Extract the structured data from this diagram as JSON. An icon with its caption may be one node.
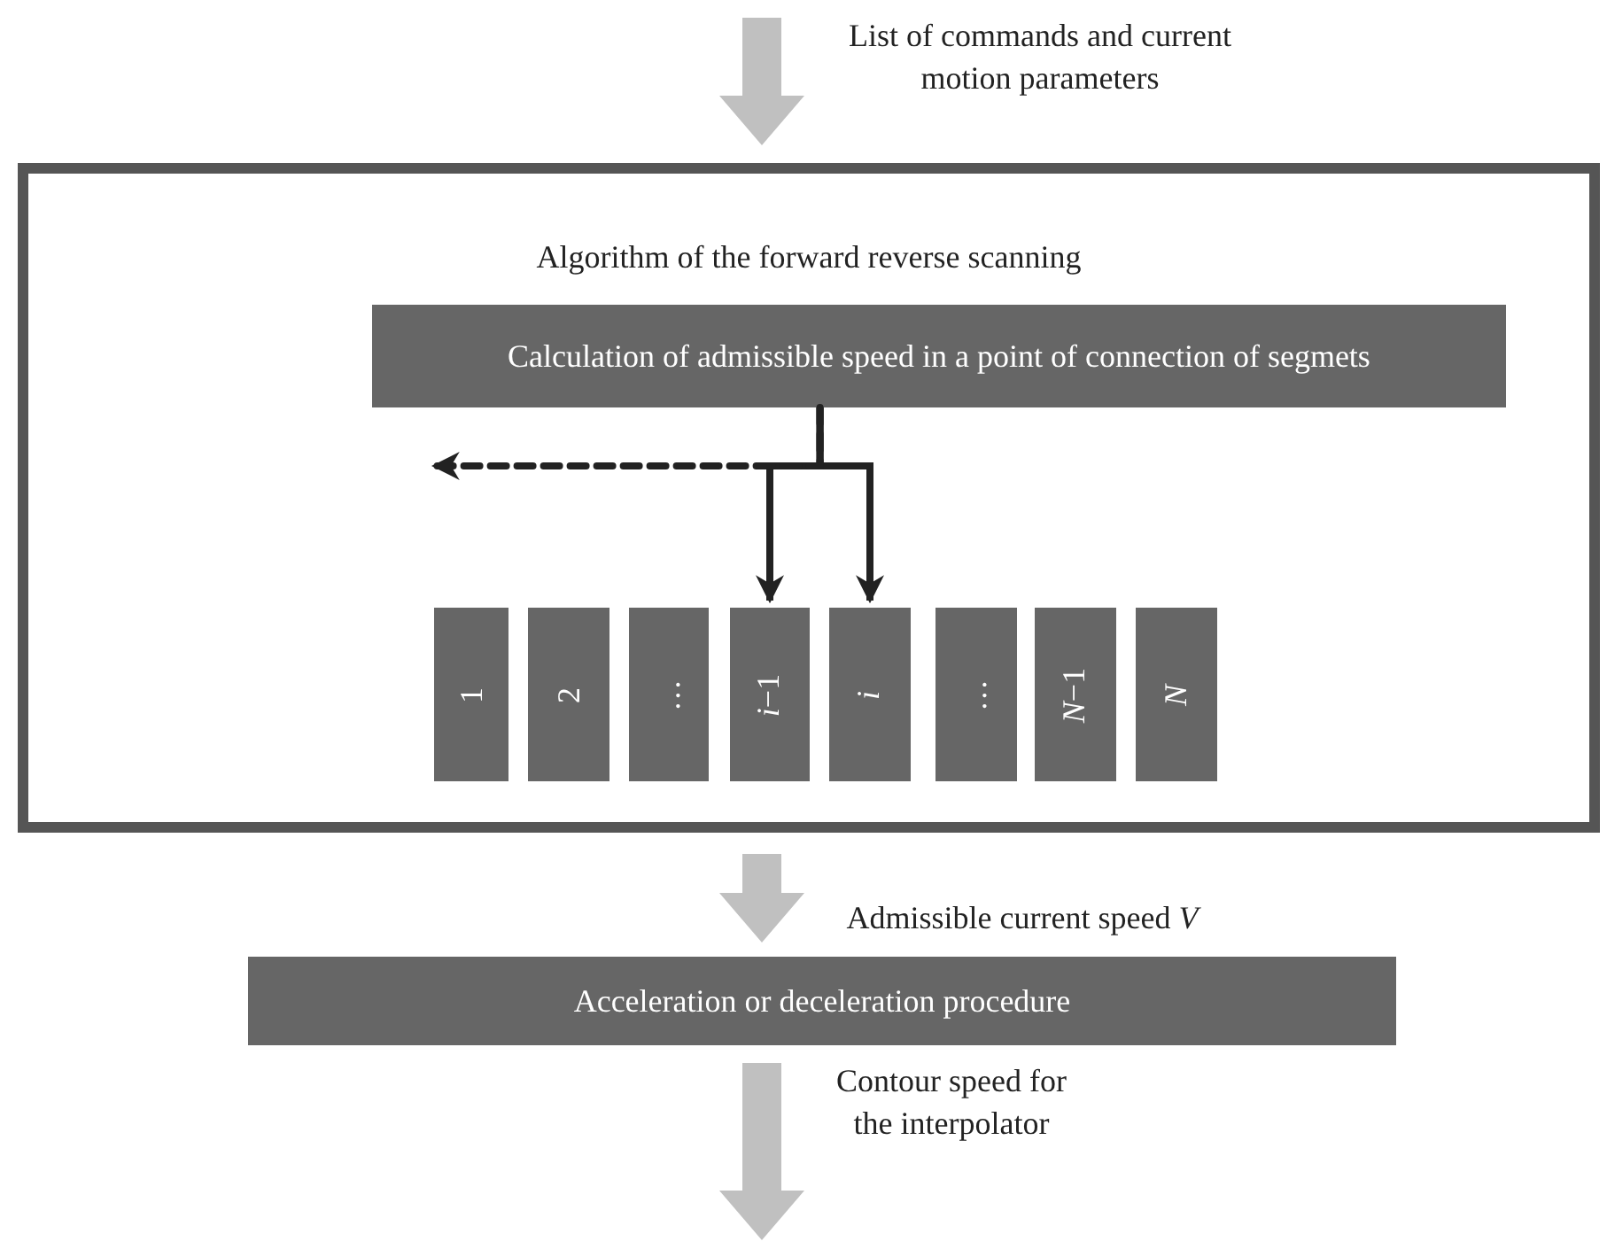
{
  "diagram": {
    "nodes": [
      {
        "text": [
          "Algorithm of the forward reverse scanning"
        ]
      },
      {
        "text": [
          "Calculation of admissible speed in a point of connection of segmets"
        ],
        "in": 0
      },
      {
        "text": [
          "1"
        ],
        "in": 0
      },
      {
        "text": [
          "2"
        ],
        "in": 0
      },
      {
        "text": [
          "…"
        ],
        "in": 0
      },
      {
        "text": [
          "*i*−1"
        ],
        "in": 0
      },
      {
        "text": [
          "*i*"
        ],
        "in": 0
      },
      {
        "text": [
          "…"
        ],
        "in": 0
      },
      {
        "text": [
          "*N*−1"
        ],
        "in": 0
      },
      {
        "text": [
          "*N*"
        ],
        "in": 0
      },
      {
        "text": [
          "Acceleration or deceleration procedure"
        ]
      }
    ],
    "edges": [
      {
        "from": null,
        "to": 0,
        "arrow": "to",
        "label": "List of commands and current motion parameters",
        "style": "thick",
        "color": "#c0c0c0"
      },
      {
        "from": 1,
        "to": 5,
        "arrow": "to"
      },
      {
        "from": 1,
        "to": 6,
        "arrow": "to"
      },
      {
        "from": 1,
        "to": null,
        "arrow": "to",
        "style": "dashed"
      },
      {
        "from": 0,
        "to": 10,
        "arrow": "to",
        "label": "Admissible current speed *V*",
        "style": "thick",
        "color": "#c0c0c0"
      },
      {
        "from": 10,
        "to": null,
        "arrow": "to",
        "label": "Contour speed for the interpolator",
        "style": "thick",
        "color": "#c0c0c0"
      }
    ]
  }
}
